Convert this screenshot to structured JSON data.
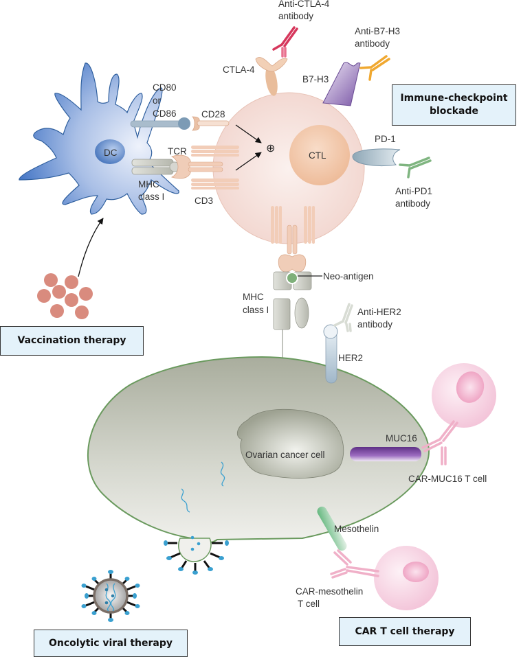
{
  "title": "Immunotherapy strategies for ovarian cancer",
  "therapy_boxes": {
    "immune_checkpoint": "Immune-checkpoint blockade",
    "vaccination": "Vaccination therapy",
    "oncolytic_viral": "Oncolytic viral therapy",
    "car_t": "CAR T cell therapy"
  },
  "cells": {
    "dendritic": "DC",
    "ctl": "CTL",
    "ovarian": "Ovarian cancer cell",
    "car_muc16": "CAR-MUC16 T cell",
    "car_mesothelin_line1": "CAR-mesothelin",
    "car_mesothelin_line2": "T cell"
  },
  "molecules": {
    "cd80_line1": "CD80",
    "cd80_line2": "or",
    "cd80_line3": "CD86",
    "cd28": "CD28",
    "tcr": "TCR",
    "mhc_top_line1": "MHC",
    "mhc_top_line2": "class I",
    "cd3": "CD3",
    "ctla4": "CTLA-4",
    "b7h3": "B7-H3",
    "pd1": "PD-1",
    "neo_antigen": "Neo-antigen",
    "mhc_bottom_line1": "MHC",
    "mhc_bottom_line2": "class I",
    "her2": "HER2",
    "muc16": "MUC16",
    "mesothelin": "Mesothelin",
    "costim_symbol": "⊕"
  },
  "antibodies": {
    "anti_ctla4_line1": "Anti-CTLA-4",
    "anti_ctla4_line2": "antibody",
    "anti_b7h3_line1": "Anti-B7-H3",
    "anti_b7h3_line2": "antibody",
    "anti_pd1_line1": "Anti-PD1",
    "anti_pd1_line2": "antibody",
    "anti_her2_line1": "Anti-HER2",
    "anti_her2_line2": "antibody"
  },
  "colors": {
    "dc_blue": "#4a7cc9",
    "ctl_pink": "#f3dcd6",
    "ovarian_gray": "#b9bcae",
    "ovarian_border": "#6a9a5e",
    "box_fill": "#e4f2fa",
    "anti_ctla4": "#d6375c",
    "anti_b7h3": "#f0a830",
    "anti_pd1": "#7fb580",
    "b7h3_purple": "#8a6bb0",
    "muc16_purple": "#6a3a8e",
    "mesothelin_green": "#5db57a",
    "car_pink": "#f0b0c8",
    "virus_blue": "#3aa0d0"
  }
}
